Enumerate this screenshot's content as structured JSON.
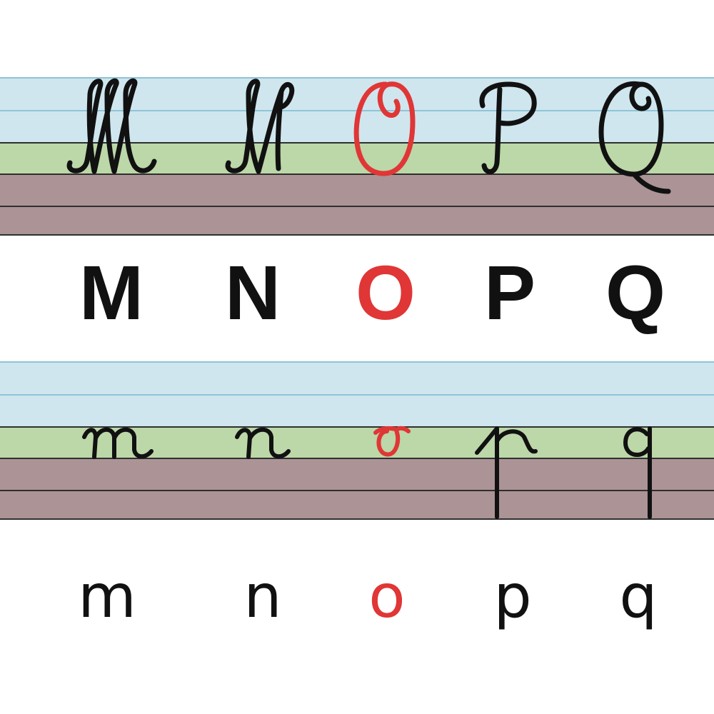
{
  "colors": {
    "normal": "#111111",
    "highlight": "#e03636",
    "band_blue": "#cfe6ee",
    "band_green": "#bcd7a8",
    "band_brown": "#ab9396"
  },
  "uppercase": [
    "M",
    "N",
    "O",
    "P",
    "Q"
  ],
  "lowercase": [
    "m",
    "n",
    "o",
    "p",
    "q"
  ],
  "highlighted_letter_index": 2
}
